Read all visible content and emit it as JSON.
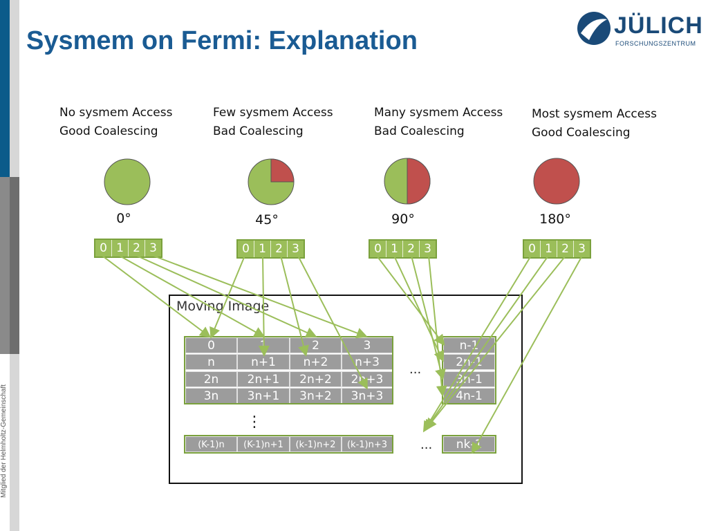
{
  "slide": {
    "title": "Sysmem on Fermi: Explanation",
    "side_text": "Mitglied der Helmholtz-Gemeinschaft",
    "logo": {
      "name": "JÜLICH",
      "sub": "FORSCHUNGSZENTRUM"
    }
  },
  "colors": {
    "green": "#9bbe5a",
    "red": "#c0504d",
    "gray": "#9c9c9c",
    "title": "#1a5b93"
  },
  "cases": [
    {
      "line1": "No sysmem Access",
      "line2": "Good Coalescing",
      "angle_label": "0°",
      "red_fraction": 0
    },
    {
      "line1": "Few sysmem Access",
      "line2": "Bad Coalescing",
      "angle_label": "45°",
      "red_fraction": 0.25
    },
    {
      "line1": "Many sysmem Access",
      "line2": "Bad Coalescing",
      "angle_label": "90°",
      "red_fraction": 0.5
    },
    {
      "line1": "Most sysmem Access",
      "line2": "Good Coalescing",
      "angle_label": "180°",
      "red_fraction": 1
    }
  ],
  "thread_indices": [
    "0",
    "1",
    "2",
    "3"
  ],
  "moving_image": {
    "title": "Moving Image",
    "rows": [
      [
        "0",
        "1",
        "2",
        "3"
      ],
      [
        "n",
        "n+1",
        "n+2",
        "n+3"
      ],
      [
        "2n",
        "2n+1",
        "2n+2",
        "2n+3"
      ],
      [
        "3n",
        "3n+1",
        "3n+2",
        "3n+3"
      ]
    ],
    "last_row": [
      "(K-1)n",
      "(K-1)n+1",
      "(k-1)n+2",
      "(k-1)n+3"
    ],
    "right_column": [
      "n-1",
      "2n-1",
      "3n-1",
      "4n-1"
    ],
    "last_cell": "nk-1",
    "ellipsis_h": "...",
    "ellipsis_v": "⋮"
  }
}
